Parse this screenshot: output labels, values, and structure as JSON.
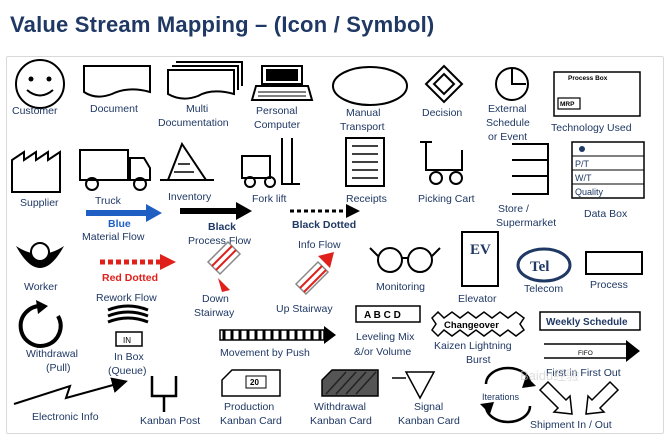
{
  "title": "Value Stream Mapping – (Icon / Symbol)",
  "labels": {
    "customer": "Customer",
    "document": "Document",
    "multi_1": "Multi",
    "multi_2": "Documentation",
    "pc_1": "Personal",
    "pc_2": "Computer",
    "manual_1": "Manual",
    "manual_2": "Transport",
    "decision": "Decision",
    "ext_1": "External",
    "ext_2": "Schedule",
    "ext_3": "or Event",
    "tech": "Technology Used",
    "tech_box_1": "Process Box",
    "tech_box_2": "MRP",
    "supplier": "Supplier",
    "truck": "Truck",
    "blue_1": "Blue",
    "blue_2": "Material Flow",
    "inventory": "Inventory",
    "black_1": "Black",
    "black_2": "Process Flow",
    "forklift": "Fork lift",
    "black_dotted": "Black Dotted",
    "receipts": "Receipts",
    "info_flow": "Info Flow",
    "picking_cart": "Picking Cart",
    "store_1": "Store /",
    "store_2": "Supermarket",
    "databox_rows": [
      "P/T",
      "W/T",
      "Quality"
    ],
    "databox": "Data Box",
    "worker": "Worker",
    "red_dotted": "Red Dotted",
    "rework": "Rework Flow",
    "down_1": "Down",
    "down_2": "Stairway",
    "up": "Up Stairway",
    "monitoring": "Monitoring",
    "ev": "EV",
    "elevator": "Elevator",
    "tel": "Tel",
    "telecom": "Telecom",
    "process": "Process",
    "withdrawal_1": "Withdrawal",
    "withdrawal_2": "(Pull)",
    "inbox_tag": "IN",
    "inbox_1": "In Box",
    "inbox_2": "(Queue)",
    "push": "Movement by Push",
    "abcd": "A B C D",
    "level_1": "Leveling Mix",
    "level_2": "&/or Volume",
    "changeover": "Changeover",
    "kaizen_1": "Kaizen Lightning",
    "kaizen_2": "Burst",
    "weekly": "Weekly Schedule",
    "fifo_tag": "FIFO",
    "fifo": "First in First Out",
    "electronic": "Electronic Info",
    "kanban_post": "Kanban Post",
    "prod_num": "20",
    "prod_1": "Production",
    "prod_2": "Kanban Card",
    "wd_1": "Withdrawal",
    "wd_2": "Kanban Card",
    "signal_1": "Signal",
    "signal_2": "Kanban Card",
    "iterations": "Iterations",
    "shipment": "Shipment In / Out",
    "watermark": "Baidu经验"
  },
  "colors": {
    "title": "#1f3864",
    "blue_arrow": "#1f5fc4",
    "red_arrow": "#e0201b",
    "tel_ring": "#1f3864"
  }
}
